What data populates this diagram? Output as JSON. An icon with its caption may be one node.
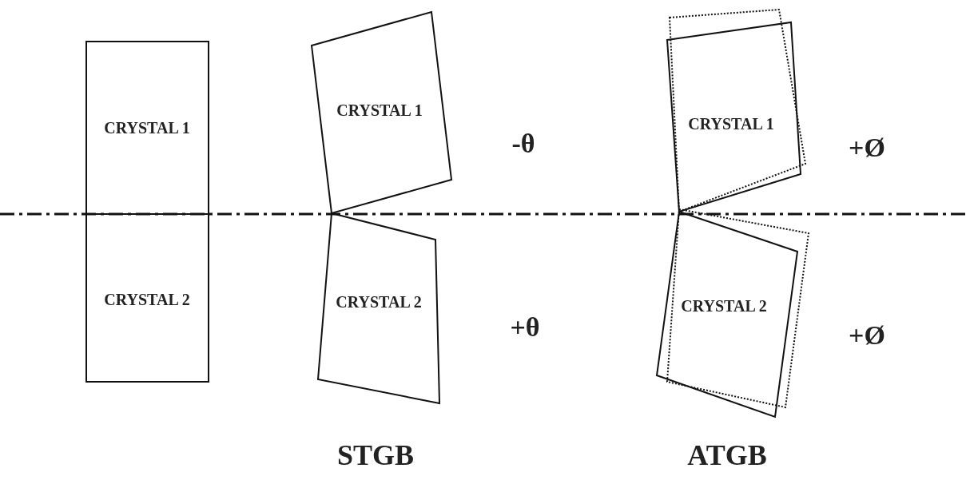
{
  "diagram": {
    "nodes": [
      {
        "text": [
          "CRYSTAL 1"
        ]
      },
      {
        "text": [
          "CRYSTAL 2"
        ]
      },
      {
        "text": [
          "CRYSTAL 1"
        ]
      },
      {
        "text": [
          "CRYSTAL 2"
        ]
      },
      {
        "text": [
          "CRYSTAL 1"
        ]
      },
      {
        "text": [
          "CRYSTAL 2"
        ]
      }
    ],
    "edges": [],
    "labels": [
      "-θ",
      "+Ø",
      "+θ",
      "+Ø",
      "STGB",
      "ATGB"
    ]
  }
}
